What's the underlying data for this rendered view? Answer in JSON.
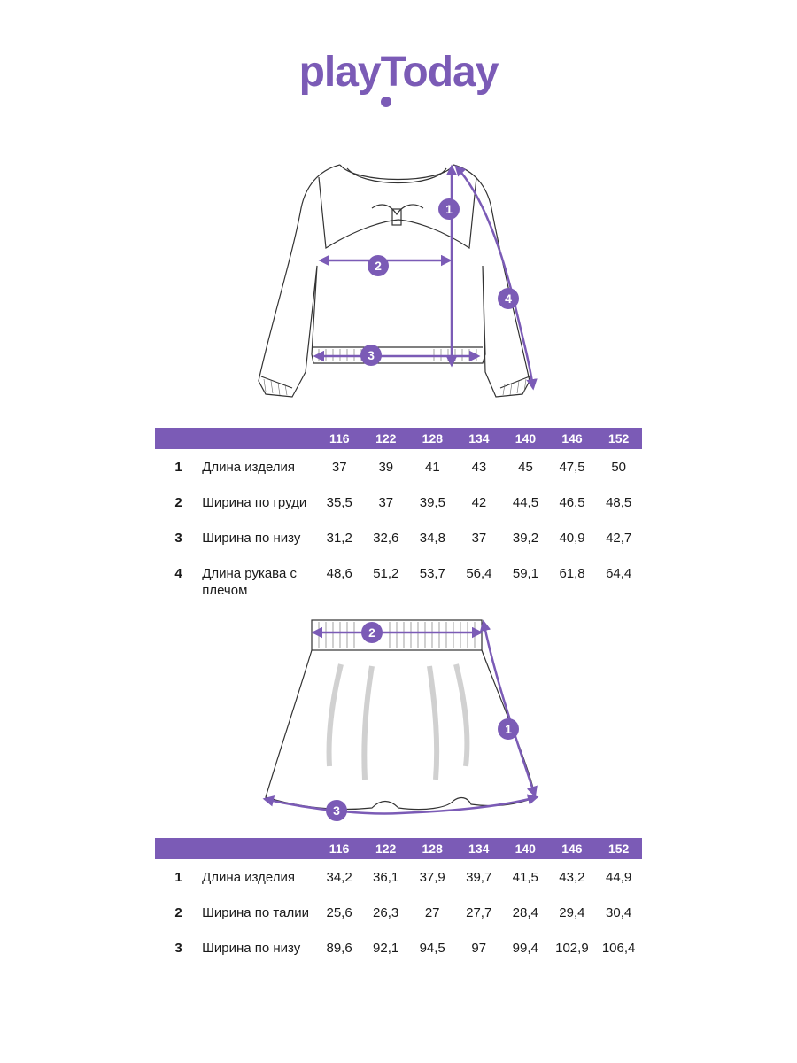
{
  "brand": {
    "logo_text": "playToday",
    "color": "#7b5bb6"
  },
  "callouts": {
    "top": [
      "1",
      "2",
      "3",
      "4"
    ],
    "bottom": [
      "2",
      "1",
      "3"
    ]
  },
  "tables": [
    {
      "sizes": [
        "116",
        "122",
        "128",
        "134",
        "140",
        "146",
        "152"
      ],
      "rows": [
        {
          "num": "1",
          "name": "Длина изделия",
          "values": [
            "37",
            "39",
            "41",
            "43",
            "45",
            "47,5",
            "50"
          ]
        },
        {
          "num": "2",
          "name": "Ширина по груди",
          "values": [
            "35,5",
            "37",
            "39,5",
            "42",
            "44,5",
            "46,5",
            "48,5"
          ]
        },
        {
          "num": "3",
          "name": "Ширина по низу",
          "values": [
            "31,2",
            "32,6",
            "34,8",
            "37",
            "39,2",
            "40,9",
            "42,7"
          ]
        },
        {
          "num": "4",
          "name": "Длина рукава с плечом",
          "values": [
            "48,6",
            "51,2",
            "53,7",
            "56,4",
            "59,1",
            "61,8",
            "64,4"
          ]
        }
      ]
    },
    {
      "sizes": [
        "116",
        "122",
        "128",
        "134",
        "140",
        "146",
        "152"
      ],
      "rows": [
        {
          "num": "1",
          "name": "Длина изделия",
          "values": [
            "34,2",
            "36,1",
            "37,9",
            "39,7",
            "41,5",
            "43,2",
            "44,9"
          ]
        },
        {
          "num": "2",
          "name": "Ширина по талии",
          "values": [
            "25,6",
            "26,3",
            "27",
            "27,7",
            "28,4",
            "29,4",
            "30,4"
          ]
        },
        {
          "num": "3",
          "name": "Ширина по низу",
          "values": [
            "89,6",
            "92,1",
            "94,5",
            "97",
            "99,4",
            "102,9",
            "106,4"
          ]
        }
      ]
    }
  ]
}
